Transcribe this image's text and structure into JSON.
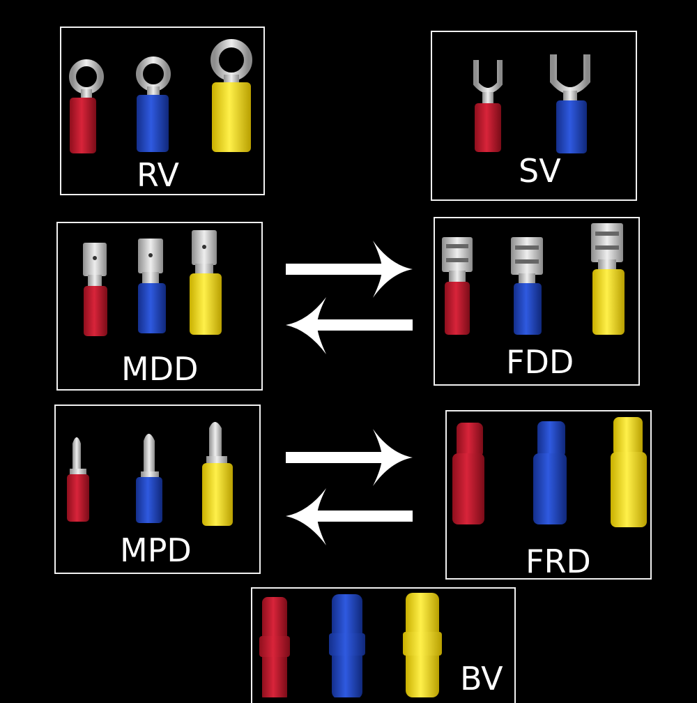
{
  "panels": {
    "rv": "RV",
    "sv": "SV",
    "mdd": "MDD",
    "fdd": "FDD",
    "mpd": "MPD",
    "frd": "FRD",
    "bv": "BV"
  },
  "colors": {
    "red": "#c8192e",
    "blue": "#1e46c8",
    "yellow": "#f3e01a",
    "metal": "#cfcfcf",
    "border": "#f2f2f2",
    "arrow": "#ffffff"
  }
}
